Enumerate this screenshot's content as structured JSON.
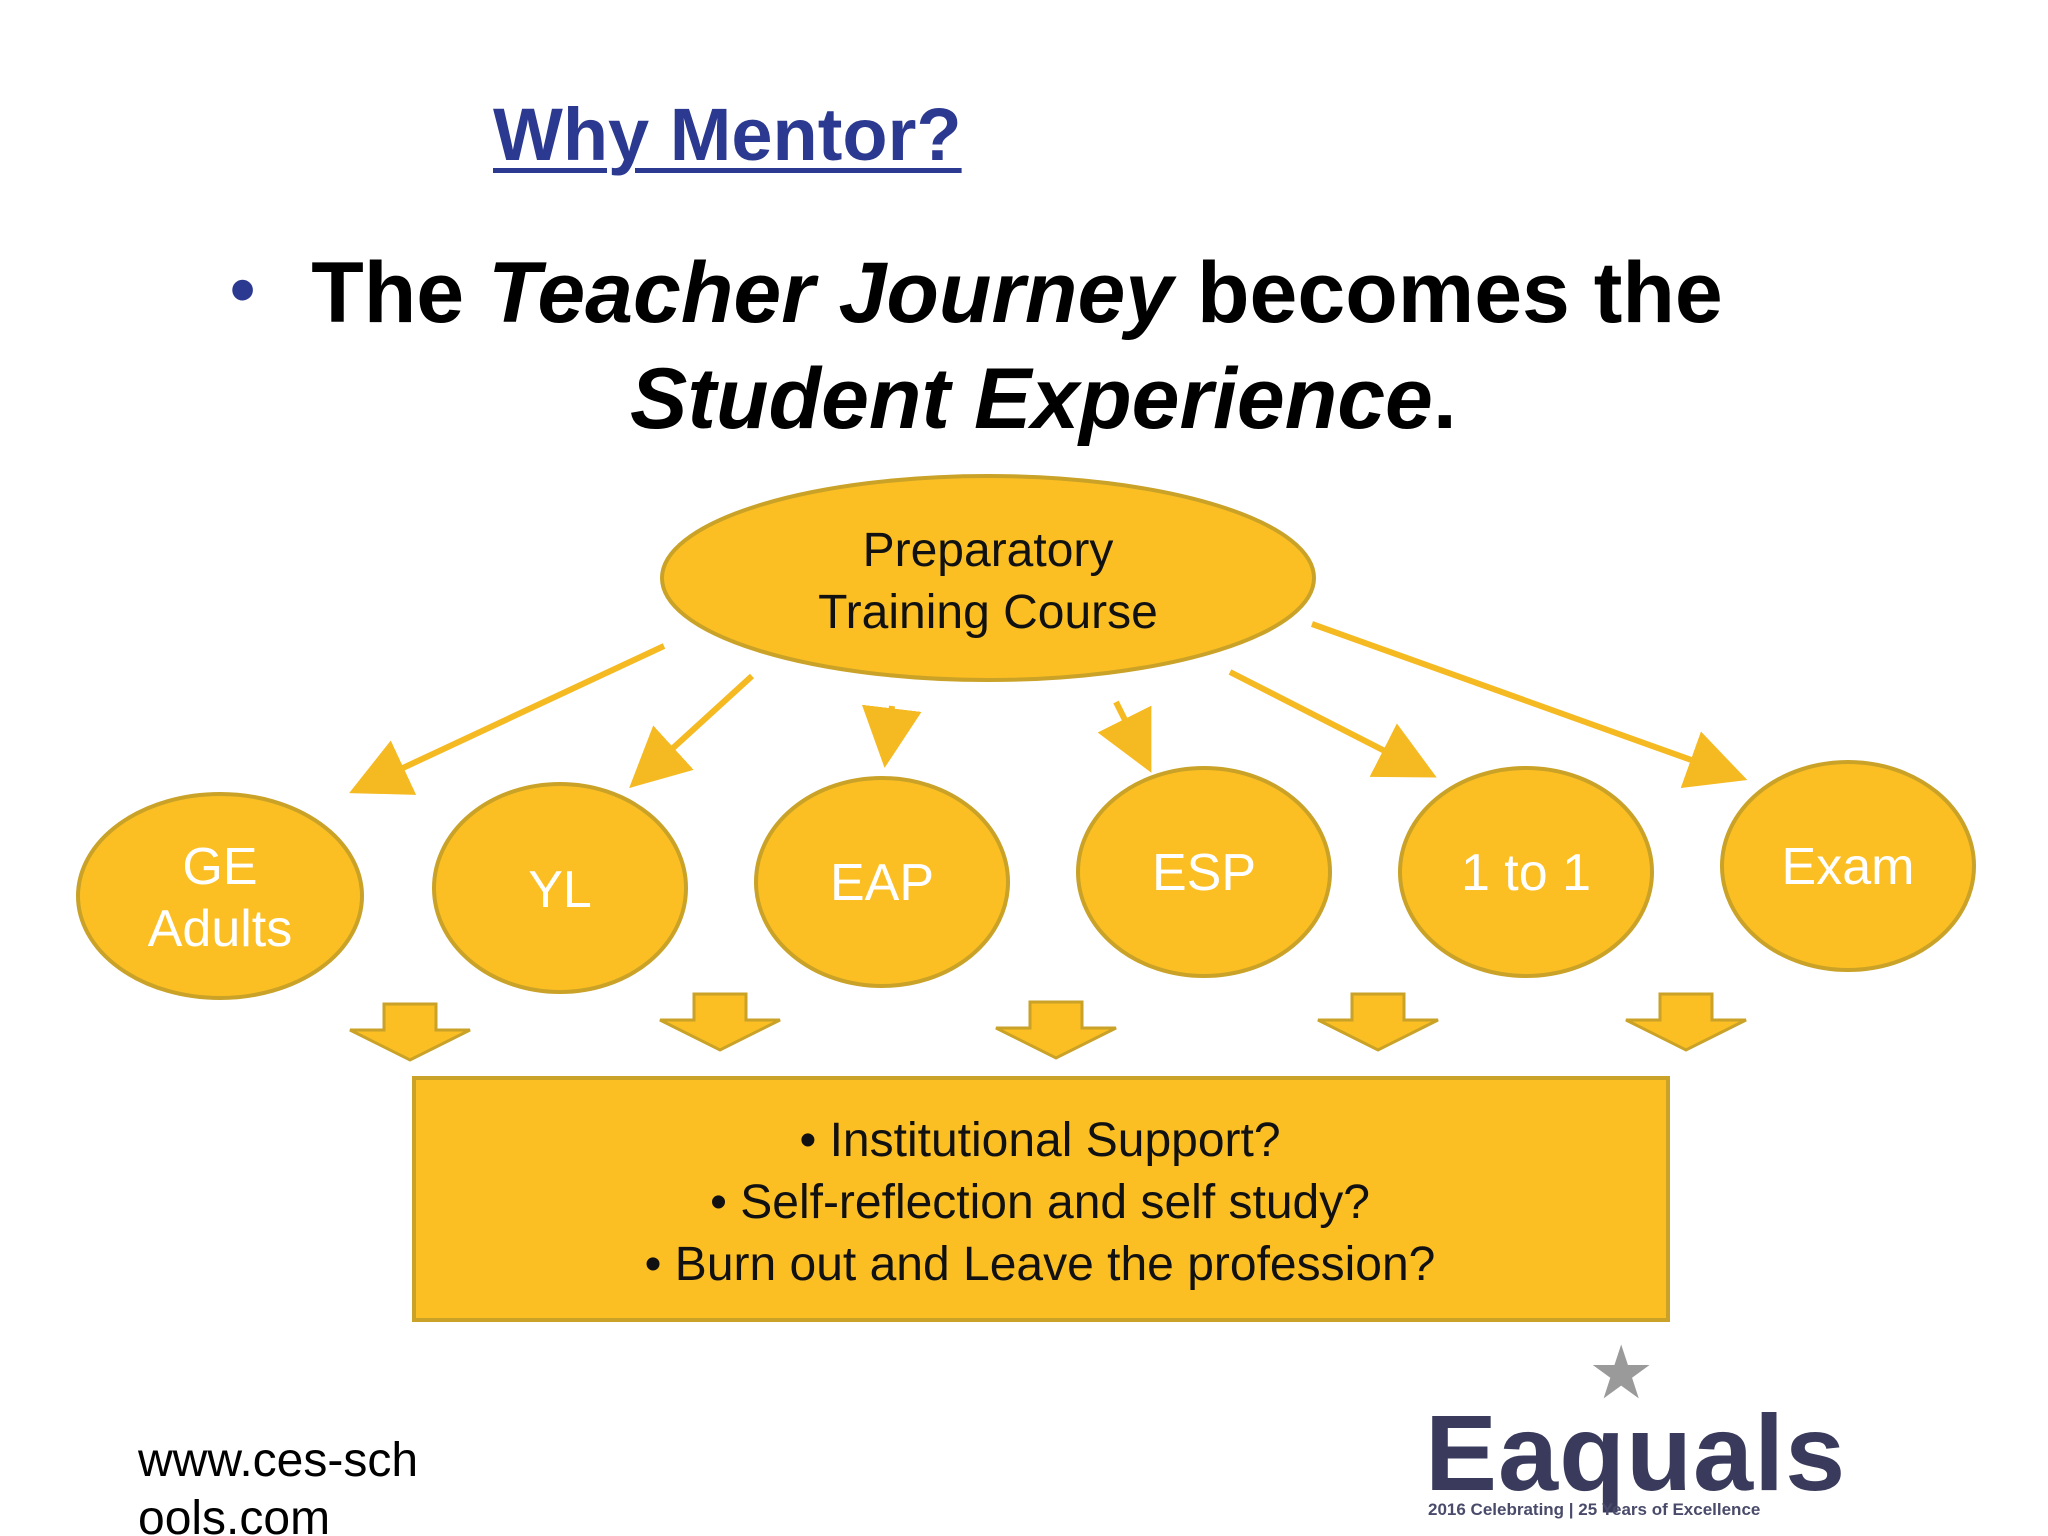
{
  "title": "Why Mentor?",
  "headline": {
    "bullet": "•",
    "part1": "The ",
    "part2_italic": "Teacher Journey",
    "part3": " becomes the",
    "part4_italic": "Student Experience",
    "part5": "."
  },
  "diagram": {
    "top_node": {
      "line1": "Preparatory",
      "line2": "Training Course"
    },
    "course_nodes": [
      {
        "line1": "GE",
        "line2": "Adults"
      },
      {
        "line1": "YL",
        "line2": ""
      },
      {
        "line1": "EAP",
        "line2": ""
      },
      {
        "line1": "ESP",
        "line2": ""
      },
      {
        "line1": "1 to 1",
        "line2": ""
      },
      {
        "line1": "Exam",
        "line2": ""
      }
    ],
    "outcomes_box": {
      "items": [
        "Institutional Support?",
        "Self-reflection and self study?",
        "Burn out and Leave the profession?"
      ]
    },
    "colors": {
      "fill": "#FBBF24",
      "stroke": "#C9A227",
      "arrow": "#F5B921"
    }
  },
  "footer": {
    "url": "www.ces-schools.com"
  },
  "logo": {
    "wordmark": "Eaquals",
    "tagline": "2016 Celebrating | 25 Years of Excellence",
    "icon": "star-icon"
  }
}
